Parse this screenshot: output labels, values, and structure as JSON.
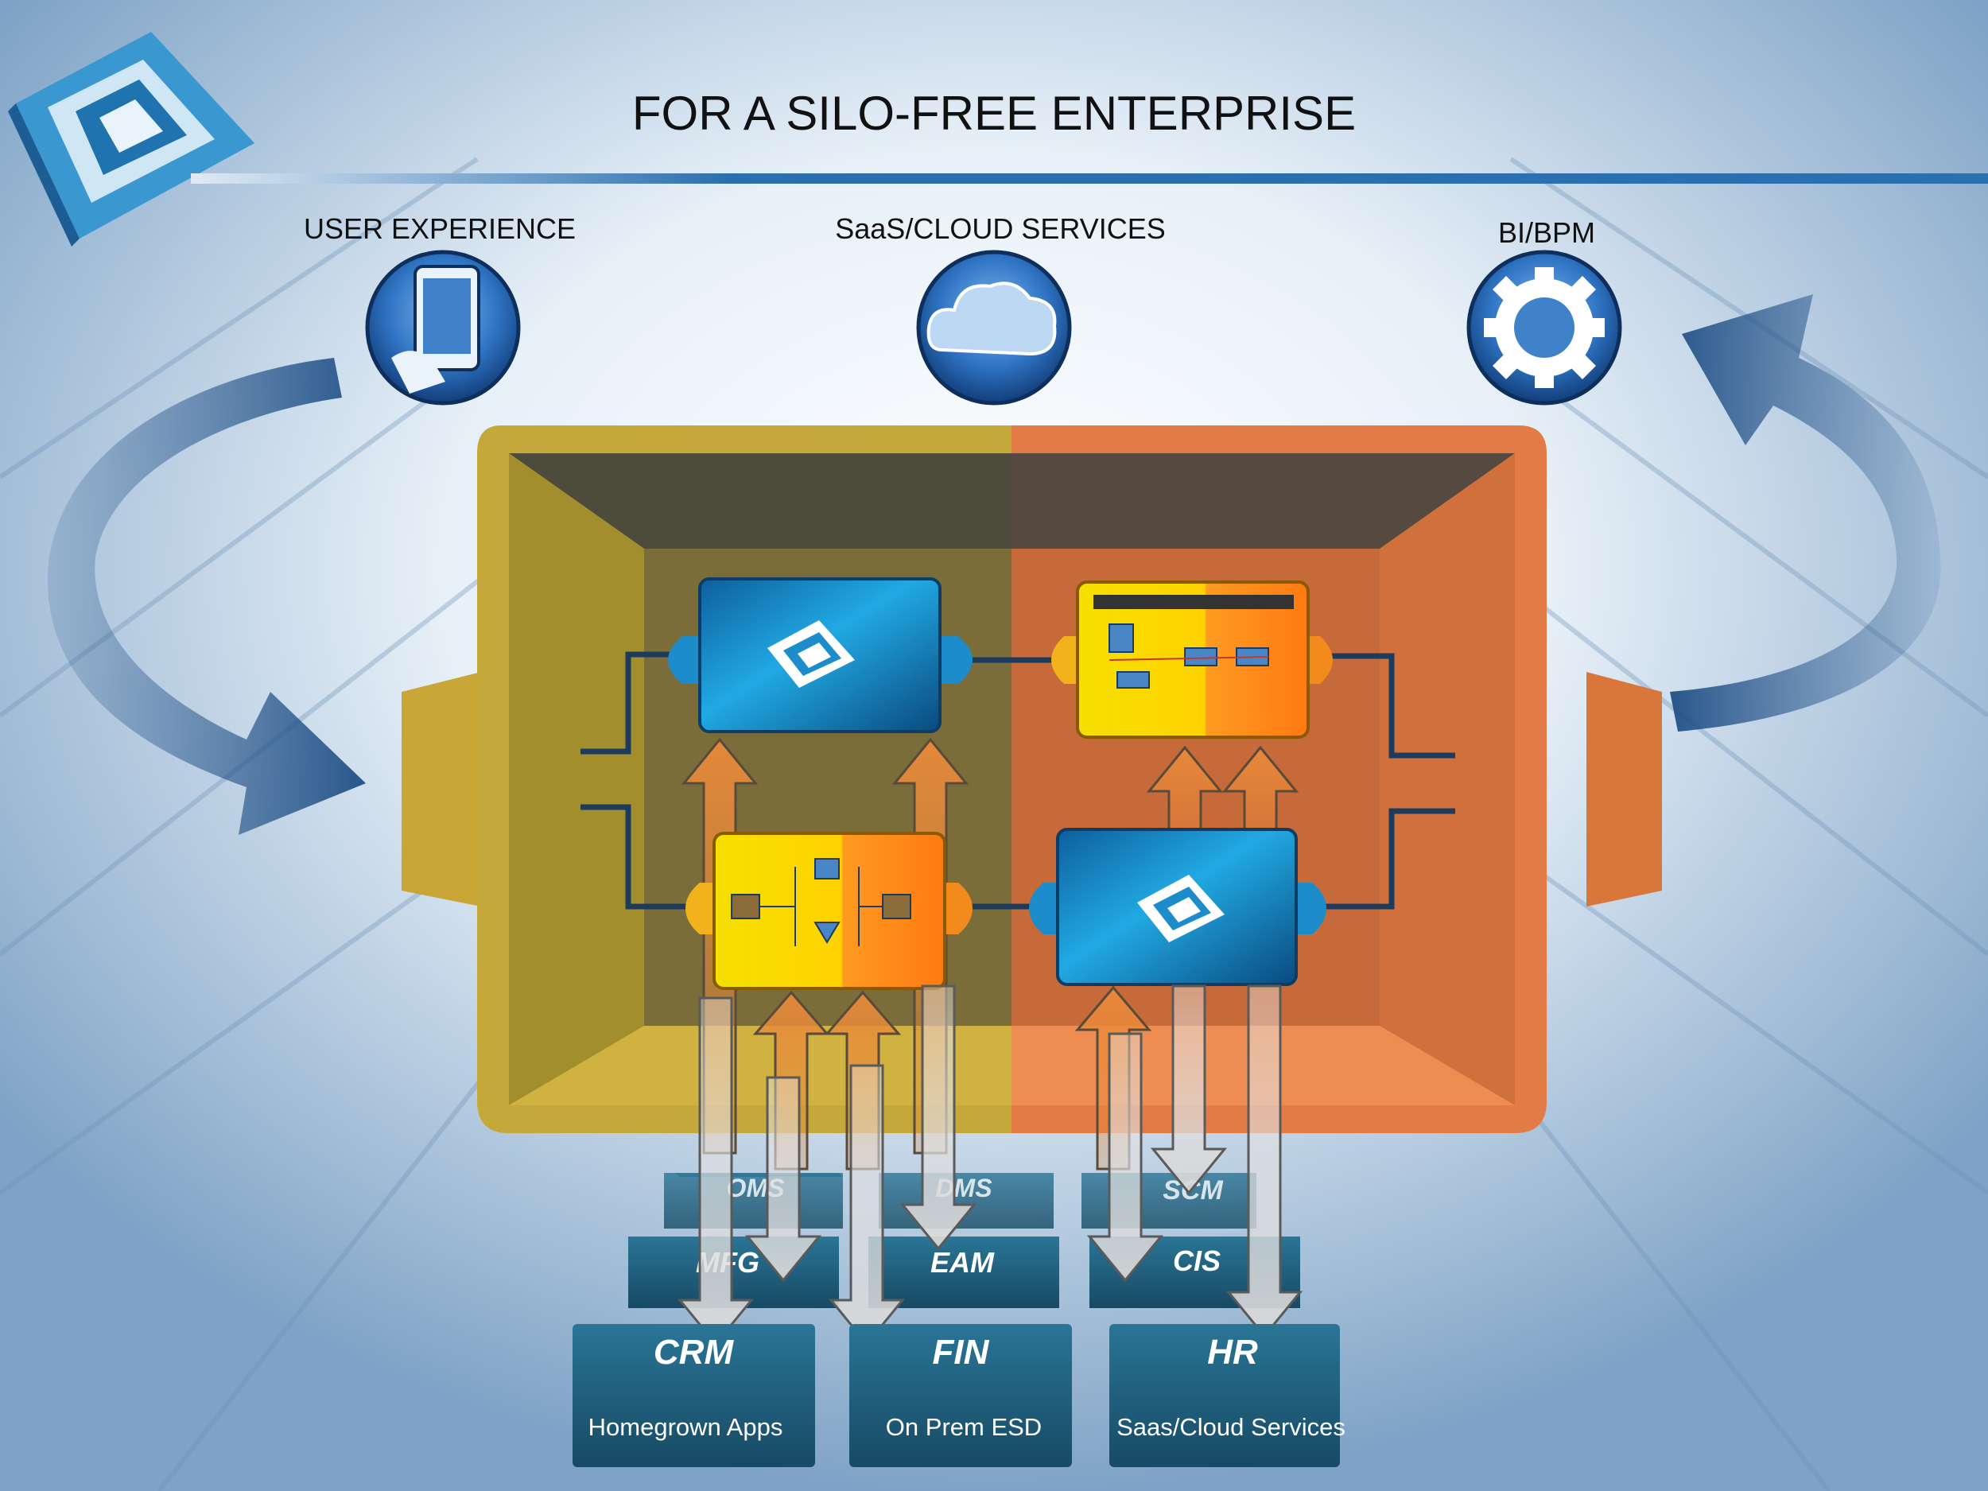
{
  "title": "FOR A SILO-FREE ENTERPRISE",
  "icons": [
    {
      "label": "USER EXPERIENCE",
      "icon": "tablet-icon"
    },
    {
      "label": "SaaS/CLOUD SERVICES",
      "icon": "cloud-icon"
    },
    {
      "label": "BI/BPM",
      "icon": "gear-icon"
    }
  ],
  "modules": {
    "back_row": [
      "OMS",
      "DMS",
      "SCM"
    ],
    "middle_row": [
      "MFG",
      "EAM",
      "CIS"
    ],
    "front_row": [
      "CRM",
      "FIN",
      "HR"
    ]
  },
  "groups": [
    "Homegrown Apps",
    "On Prem ESD",
    "Saas/Cloud Services"
  ],
  "colors": {
    "title_rule": "#2a6fae",
    "blue_box": "#1fa3dd",
    "yellow_panel": "#e1b63a",
    "orange_panel": "#f28a4a",
    "module_teal": "#2b6f8e",
    "arrow_orange": "#e08a3a",
    "arrow_grey": "#d8d8d8",
    "connector": "#1d3b5c"
  }
}
